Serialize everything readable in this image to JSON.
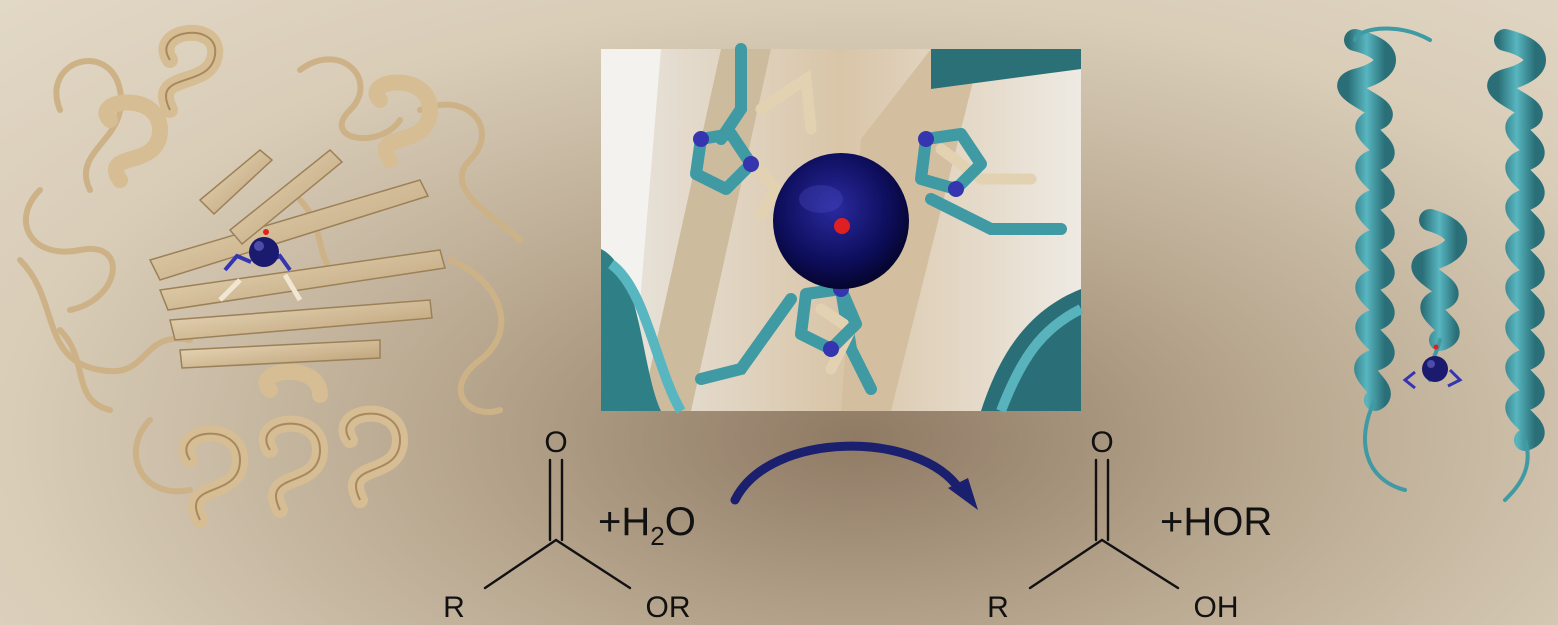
{
  "reaction": {
    "reactant": {
      "carbonyl_o": "O",
      "r_left": "R",
      "or_right": "OR"
    },
    "water": {
      "plus": "+H",
      "sub": "2",
      "o": "O"
    },
    "product": {
      "carbonyl_o": "O",
      "r_left": "R",
      "oh_right": "OH"
    },
    "byproduct": "+HOR"
  },
  "colors": {
    "tan_protein": "#d8c09a",
    "tan_dark": "#b89c72",
    "teal_protein": "#3f9aa3",
    "teal_dark": "#2a6f77",
    "metal": "#1a1a6e",
    "nitrogen": "#3535b0",
    "oxygen": "#e02020",
    "arrow": "#1a1f6e"
  }
}
